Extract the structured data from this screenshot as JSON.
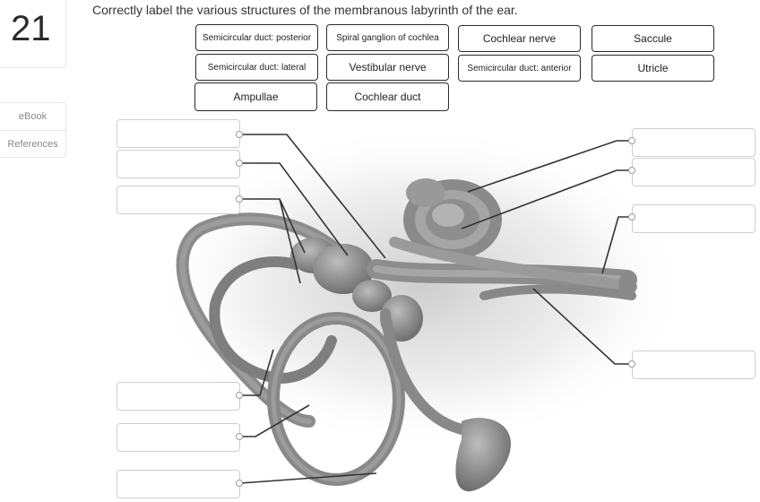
{
  "question": {
    "number": "21",
    "prompt": "Correctly label the various structures of the membranous labyrinth of the ear."
  },
  "side_links": [
    {
      "label": "eBook"
    },
    {
      "label": "References"
    }
  ],
  "label_bank": [
    {
      "text": "Semicircular duct: posterior"
    },
    {
      "text": "Spiral ganglion of cochlea"
    },
    {
      "text": "Cochlear nerve"
    },
    {
      "text": "Saccule"
    },
    {
      "text": "Semicircular duct: lateral"
    },
    {
      "text": "Vestibular nerve"
    },
    {
      "text": "Semicircular duct: anterior"
    },
    {
      "text": "Utricle"
    },
    {
      "text": "Ampullae"
    },
    {
      "text": "Cochlear duct"
    }
  ],
  "drop_targets": {
    "left": [
      "",
      "",
      "",
      "",
      "",
      ""
    ],
    "right": [
      "",
      "",
      "",
      ""
    ]
  },
  "colors": {
    "text": "#333333",
    "chip_border": "#2b2b2b",
    "dropzone_border": "#cfcfcf",
    "leader_line": "#333333",
    "tissue": "#8e8e8e"
  }
}
